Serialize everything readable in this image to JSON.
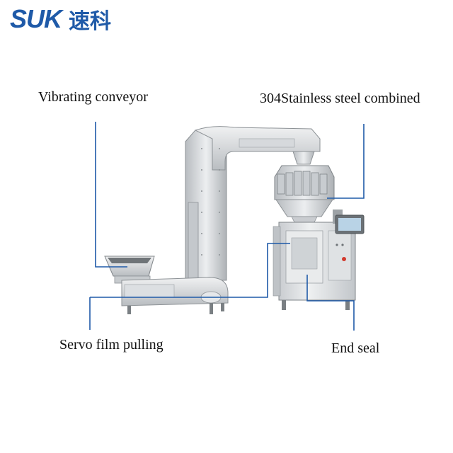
{
  "logo": {
    "latin": "SUK",
    "chinese": "速科"
  },
  "labels": {
    "vibrating_conveyor": "Vibrating conveyor",
    "stainless_combined": "304Stainless steel combined",
    "servo_film_pulling": "Servo film pulling",
    "end_seal": "End seal"
  },
  "colors": {
    "brand": "#1f5aa8",
    "leader": "#1f5aa8",
    "steel": "#d9dcdf"
  }
}
